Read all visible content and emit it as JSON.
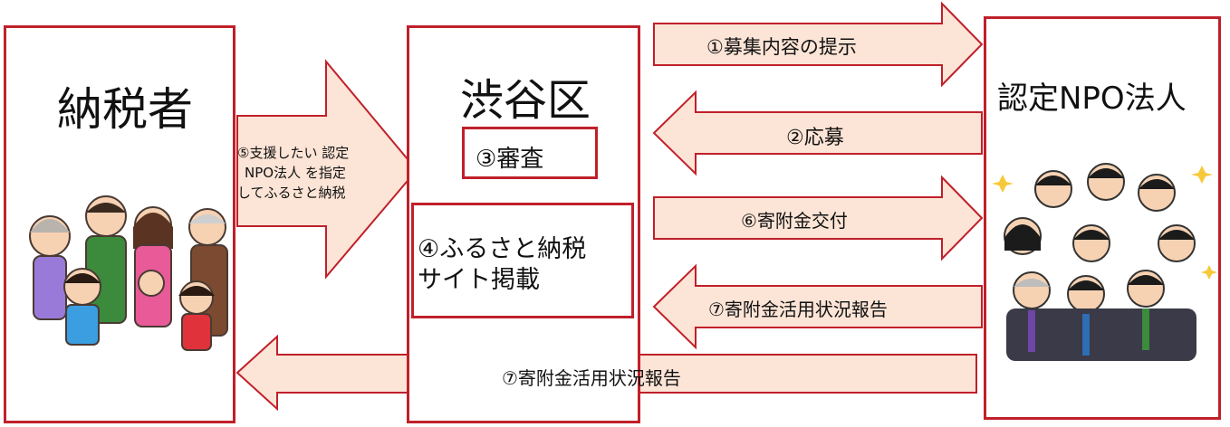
{
  "entities": {
    "taxpayer": "納税者",
    "shibuya": "渋谷区",
    "npo": "認定NPO法人"
  },
  "shibuya_steps": {
    "review": "③審査",
    "furusato_line1": "④ふるさと納税",
    "furusato_line2": "サイト掲載"
  },
  "arrows": {
    "a1": "①募集内容の提示",
    "a2": "②応募",
    "a6": "⑥寄附金交付",
    "a7_npo_to_ku": "⑦寄附金活用状況報告",
    "a7_to_taxpayer": "⑦寄附金活用状況報告",
    "a5_line1": "⑤支援したい 認定",
    "a5_line2": "NPO法人 を指定",
    "a5_line3": "してふるさと納税"
  },
  "colors": {
    "box_border": "#c0202a",
    "arrow_fill": "#fce4d6",
    "arrow_stroke": "#c0202a"
  }
}
